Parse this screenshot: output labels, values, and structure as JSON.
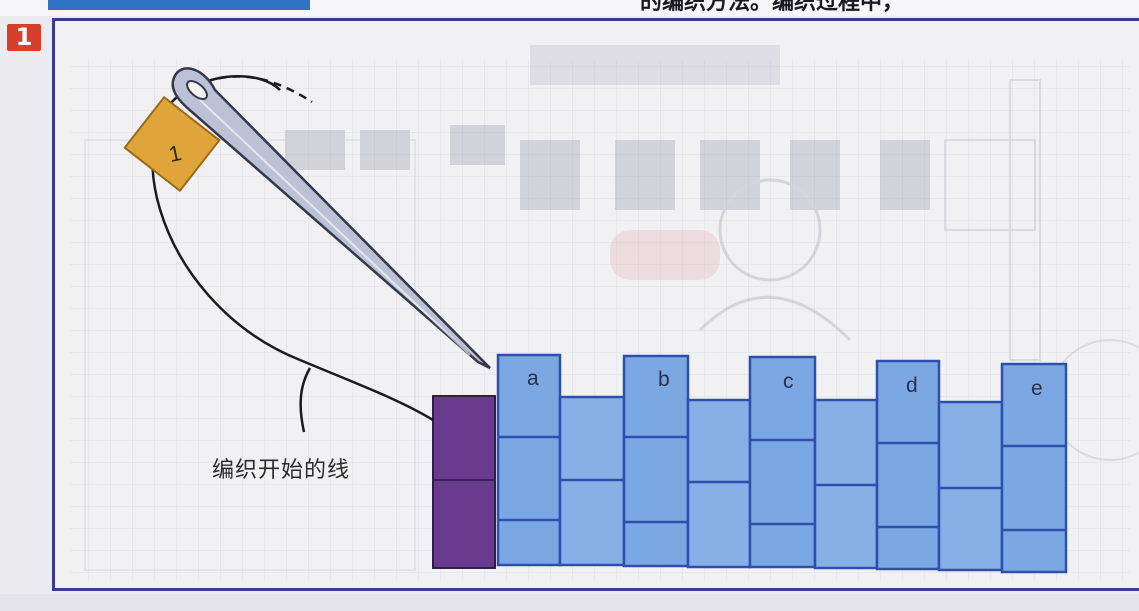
{
  "header": {
    "step_number": "1",
    "partial_text": "的编织方法。编织过程中，"
  },
  "diagram": {
    "needle_tag_label": "1",
    "thread_label": "编织开始的线",
    "column_labels": [
      "a",
      "b",
      "c",
      "d",
      "e"
    ],
    "colors": {
      "panel_border": "#3b3c8f",
      "blue_strip": "#7ba8e3",
      "blue_strip_border": "#2f4fae",
      "purple_strip": "#6a3a8f",
      "needle_tag": "#e0a53a",
      "step_badge": "#d6402b"
    }
  }
}
